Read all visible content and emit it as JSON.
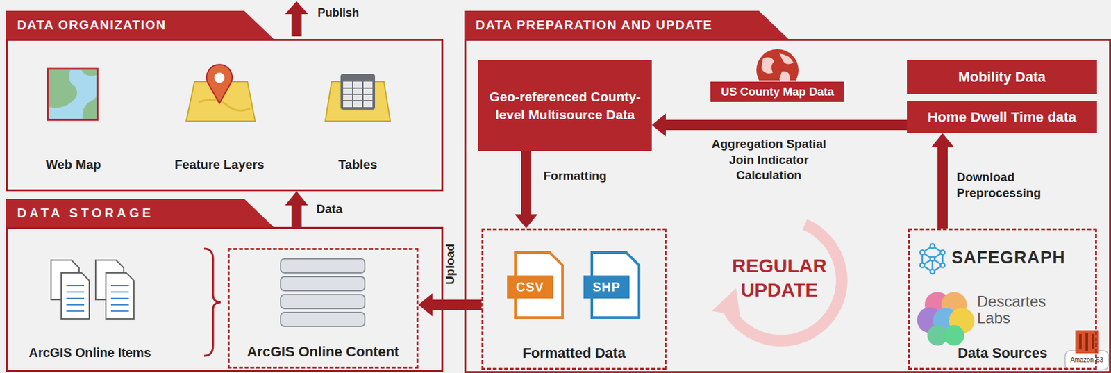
{
  "diagram": {
    "nodes": [
      {
        "text": [
          "DATA ORGANIZATION"
        ]
      },
      {
        "text": [
          "Web Map"
        ],
        "in": 0
      },
      {
        "text": [
          "Feature Layers"
        ],
        "in": 0
      },
      {
        "text": [
          "Tables"
        ],
        "in": 0
      },
      {
        "text": [
          "DATA STORAGE"
        ]
      },
      {
        "text": [
          "ArcGIS Online Items"
        ],
        "in": 4
      },
      {
        "text": [
          "ArcGIS Online Content"
        ],
        "in": 4
      },
      {
        "text": [
          "DATA PREPARATION AND UPDATE"
        ]
      },
      {
        "text": [
          "Geo-referenced County-level Multisource Data"
        ],
        "in": 7
      },
      {
        "text": [
          "US County Map Data"
        ],
        "in": 7
      },
      {
        "text": [
          "Mobility Data"
        ],
        "in": 7
      },
      {
        "text": [
          "Home Dwell Time data"
        ],
        "in": 7
      },
      {
        "text": [
          "Formatted Data"
        ],
        "in": 7
      },
      {
        "text": [
          "CSV"
        ],
        "in": 12
      },
      {
        "text": [
          "SHP"
        ],
        "in": 12
      },
      {
        "text": [
          "Data Sources"
        ],
        "in": 7
      }
    ],
    "edges": [
      {
        "from": 15,
        "to": 11,
        "label": "Download Preprocessing",
        "arrow": "to"
      },
      {
        "from": 11,
        "to": 8,
        "label": "Aggregation Spatial Join Indicator Calculation",
        "arrow": "to"
      },
      {
        "from": 8,
        "to": 12,
        "label": "Formatting",
        "arrow": "to"
      },
      {
        "from": 12,
        "to": 6,
        "label": "Upload",
        "arrow": "to"
      },
      {
        "from": 4,
        "to": 0,
        "label": "Data",
        "arrow": "to"
      }
    ],
    "labels": [
      "Publish",
      "REGULAR UPDATE",
      "SAFEGRAPH",
      "Descartes Labs",
      "Amazon S3"
    ]
  }
}
